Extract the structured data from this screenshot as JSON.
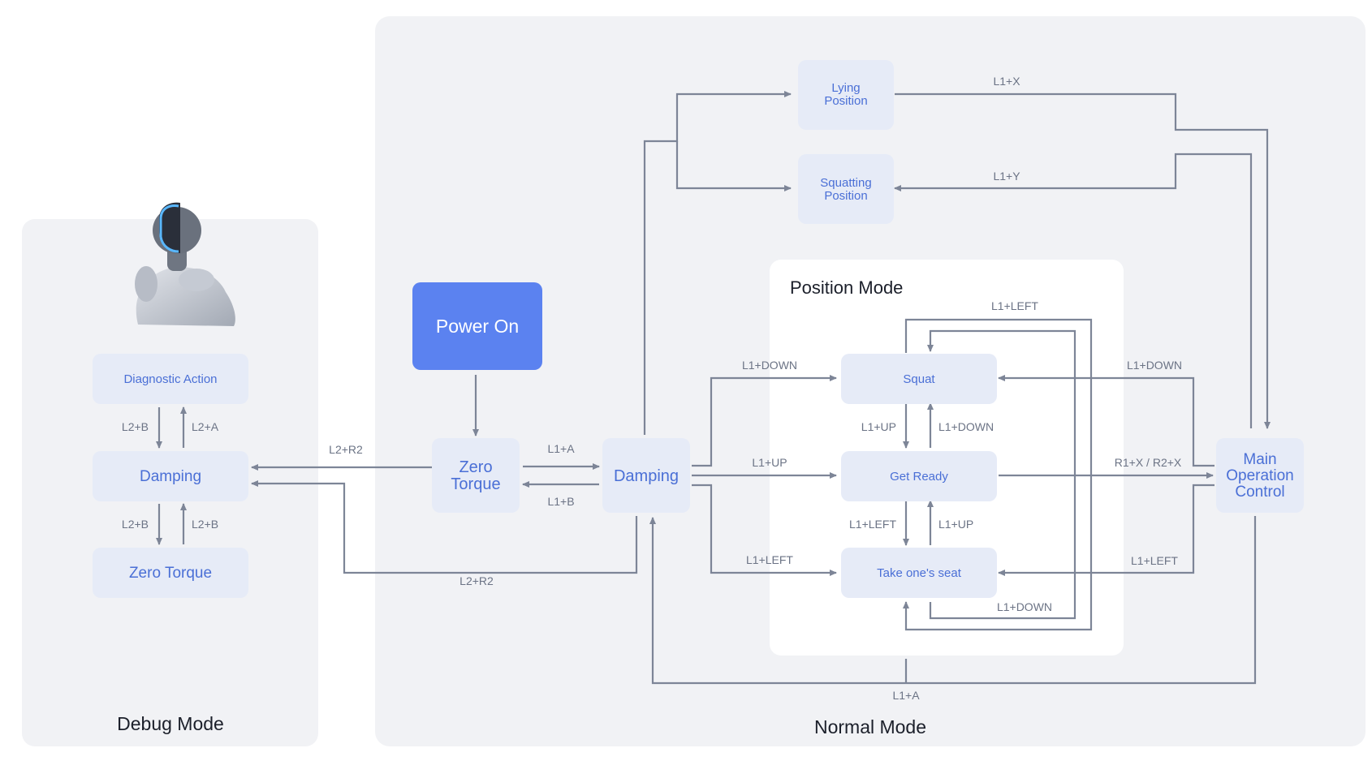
{
  "modes": {
    "debug": "Debug Mode",
    "normal": "Normal Mode",
    "position": "Position Mode"
  },
  "nodes": {
    "diagnostic_action": "Diagnostic Action",
    "debug_damping": "Damping",
    "debug_zero_torque": "Zero Torque",
    "power_on": "Power On",
    "zero_torque": [
      "Zero",
      "Torque"
    ],
    "damping": "Damping",
    "lying_position": [
      "Lying",
      "Position"
    ],
    "squatting_position": [
      "Squatting",
      "Position"
    ],
    "squat": "Squat",
    "get_ready": "Get Ready",
    "take_seat": "Take one's seat",
    "main_control": [
      "Main",
      "Operation",
      "Control"
    ]
  },
  "edges": {
    "diag_to_damping": "L2+B",
    "damping_to_diag": "L2+A",
    "damping_to_zero": "L2+B",
    "zero_to_damping": "L2+B",
    "zt_to_debug": "L2+R2",
    "damping_to_debug": "L2+R2",
    "zt_to_damping": "L1+A",
    "damping_to_zt": "L1+B",
    "main_to_lying": "L1+X",
    "main_to_squatting": "L1+Y",
    "pos_left_loop": "L1+LEFT",
    "damping_to_squat": "L1+DOWN",
    "damping_to_ready": "L1+UP",
    "damping_to_seat": "L1+LEFT",
    "main_to_squat": "L1+DOWN",
    "ready_to_main": "R1+X / R2+X",
    "main_to_seat": "L1+LEFT",
    "squat_to_ready": "L1+UP",
    "ready_to_squat": "L1+DOWN",
    "ready_to_seat": "L1+LEFT",
    "seat_to_ready": "L1+UP",
    "pos_down_loop": "L1+DOWN",
    "main_to_damping": "L1+A"
  },
  "colors": {
    "power_on_fill": "#5b82f0",
    "node_fill": "#e6ebf7",
    "node_text": "#4a6fd6",
    "arrow": "#7d8597",
    "panel": "#f1f2f5"
  }
}
